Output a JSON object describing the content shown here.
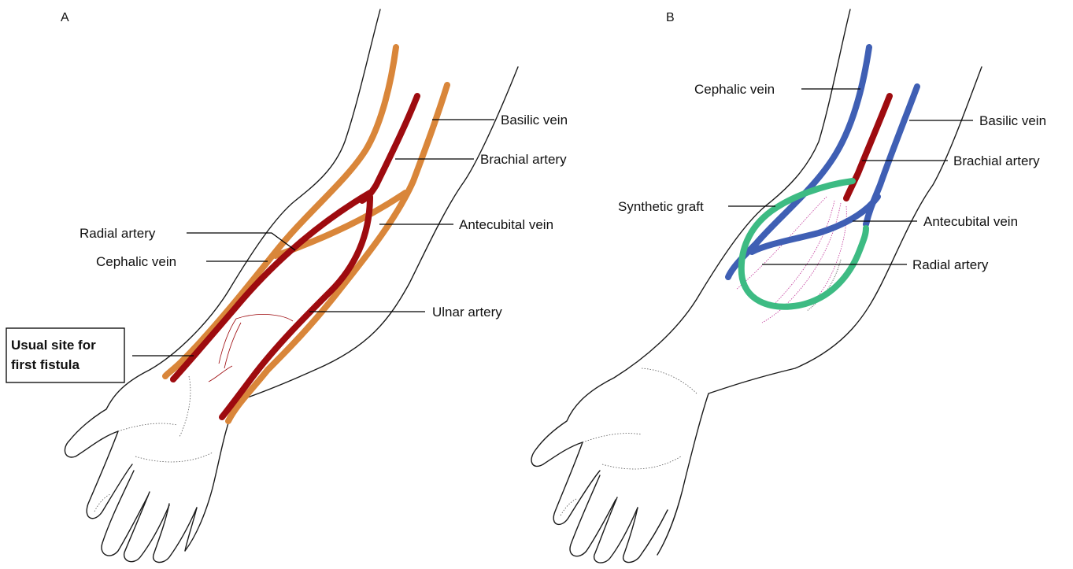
{
  "panels": [
    {
      "letter": "A",
      "labels": {
        "basilic_vein": "Basilic vein",
        "brachial_artery": "Brachial artery",
        "antecubital_vein": "Antecubital vein",
        "radial_artery": "Radial artery",
        "cephalic_vein": "Cephalic vein",
        "ulnar_artery": "Ulnar artery"
      },
      "callout": {
        "line1": "Usual site for",
        "line2": "first fistula"
      }
    },
    {
      "letter": "B",
      "labels": {
        "cephalic_vein": "Cephalic vein",
        "basilic_vein": "Basilic vein",
        "brachial_artery": "Brachial artery",
        "synthetic_graft": "Synthetic graft",
        "antecubital_vein": "Antecubital vein",
        "radial_artery": "Radial artery"
      }
    }
  ],
  "colors": {
    "vein_panel_a": "#d9863a",
    "artery": "#9e0b0f",
    "vein_panel_b": "#3f5fb4",
    "graft": "#3dbb83",
    "faint_vessel": "#c2389a",
    "outline": "#1a1a1a"
  }
}
